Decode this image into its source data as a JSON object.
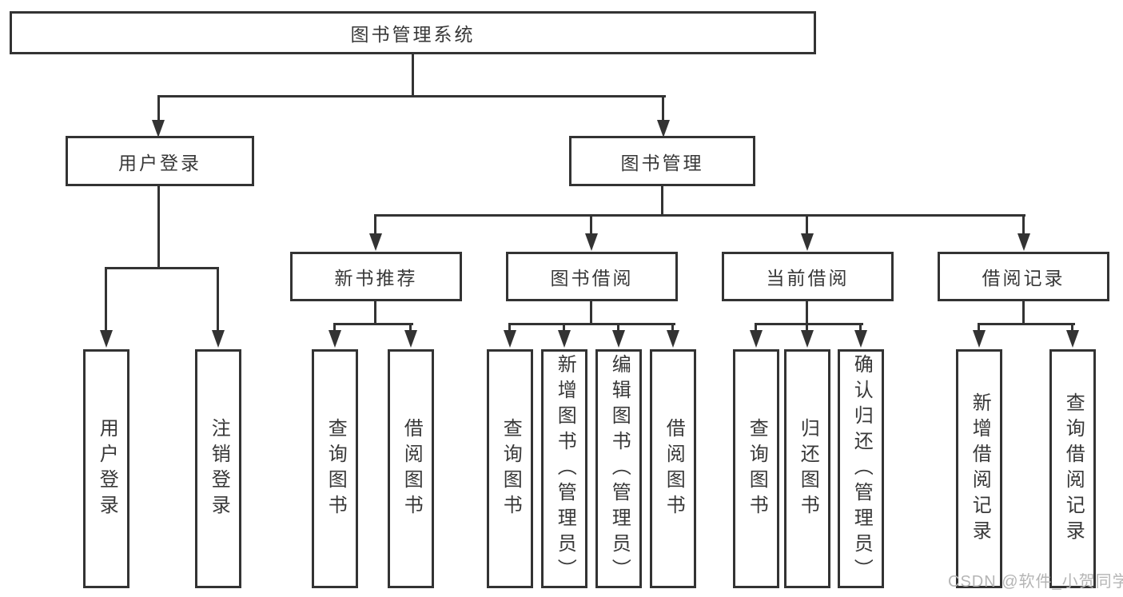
{
  "tree": {
    "label": "图书管理系统",
    "children": [
      {
        "label": "用户登录",
        "children": [
          {
            "label": "用户登录"
          },
          {
            "label": "注销登录"
          }
        ]
      },
      {
        "label": "图书管理",
        "children": [
          {
            "label": "新书推荐",
            "children": [
              {
                "label": "查询图书"
              },
              {
                "label": "借阅图书"
              }
            ]
          },
          {
            "label": "图书借阅",
            "children": [
              {
                "label": "查询图书"
              },
              {
                "label": "新增图书（管理员）"
              },
              {
                "label": "编辑图书（管理员）"
              },
              {
                "label": "借阅图书"
              }
            ]
          },
          {
            "label": "当前借阅",
            "children": [
              {
                "label": "查询图书"
              },
              {
                "label": "归还图书"
              },
              {
                "label": "确认归还（管理员）"
              }
            ]
          },
          {
            "label": "借阅记录",
            "children": [
              {
                "label": "新增借阅记录"
              },
              {
                "label": "查询借阅记录"
              }
            ]
          }
        ]
      }
    ]
  },
  "watermark": {
    "text": "CSDN @软件_小贺同学"
  },
  "colors": {
    "line": "#333333",
    "text": "#383838",
    "watermark": "#b5b5b5",
    "background": "#ffffff"
  }
}
